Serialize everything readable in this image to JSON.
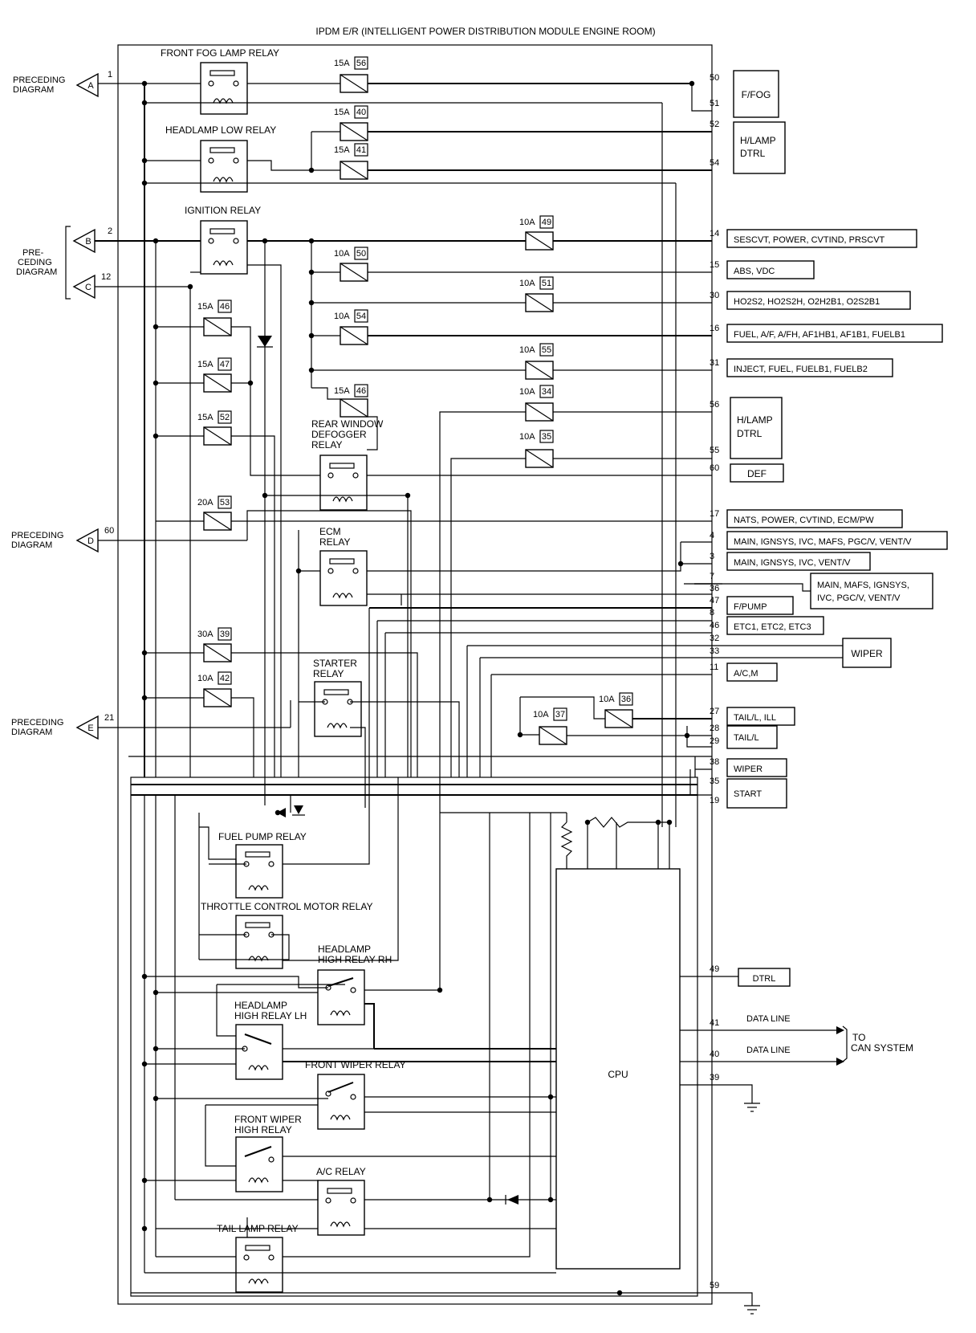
{
  "title": "IPDM E/R (INTELLIGENT POWER DISTRIBUTION MODULE ENGINE ROOM)",
  "left_connectors": [
    {
      "letter": "A",
      "label": "PRECEDING\nDIAGRAM",
      "pin": "1"
    },
    {
      "letter": "B",
      "label": "",
      "pin": "2"
    },
    {
      "letter": "C",
      "label": "",
      "pin": "12"
    },
    {
      "letter": "D",
      "label": "PRECEDING\nDIAGRAM",
      "pin": "60"
    },
    {
      "letter": "E",
      "label": "PRECEDING\nDIAGRAM",
      "pin": "21"
    }
  ],
  "bc_group_label": "PRE-\nCEDING\nDIAGRAM",
  "relays": {
    "front_fog": "FRONT FOG LAMP RELAY",
    "headlamp_low": "HEADLAMP LOW RELAY",
    "ignition": "IGNITION RELAY",
    "rear_defogger": "REAR WINDOW\nDEFOGGER\nRELAY",
    "ecm": "ECM\nRELAY",
    "starter": "STARTER\nRELAY",
    "fuel_pump": "FUEL PUMP RELAY",
    "throttle": "THROTTLE CONTROL MOTOR RELAY",
    "hl_high_rh": "HEADLAMP\nHIGH RELAY RH",
    "hl_high_lh": "HEADLAMP\nHIGH RELAY LH",
    "front_wiper": "FRONT WIPER RELAY",
    "front_wiper_high": "FRONT WIPER\nHIGH RELAY",
    "ac": "A/C RELAY",
    "tail_lamp": "TAIL LAMP RELAY"
  },
  "fuses": [
    {
      "amp": "15A",
      "num": "56"
    },
    {
      "amp": "15A",
      "num": "40"
    },
    {
      "amp": "15A",
      "num": "41"
    },
    {
      "amp": "10A",
      "num": "49"
    },
    {
      "amp": "10A",
      "num": "50"
    },
    {
      "amp": "10A",
      "num": "51"
    },
    {
      "amp": "10A",
      "num": "54"
    },
    {
      "amp": "10A",
      "num": "55"
    },
    {
      "amp": "15A",
      "num": "46"
    },
    {
      "amp": "10A",
      "num": "34"
    },
    {
      "amp": "10A",
      "num": "35"
    },
    {
      "amp": "15A",
      "num": "46"
    },
    {
      "amp": "15A",
      "num": "47"
    },
    {
      "amp": "15A",
      "num": "52"
    },
    {
      "amp": "20A",
      "num": "53"
    },
    {
      "amp": "30A",
      "num": "39"
    },
    {
      "amp": "10A",
      "num": "42"
    },
    {
      "amp": "10A",
      "num": "36"
    },
    {
      "amp": "10A",
      "num": "37"
    }
  ],
  "outputs": [
    {
      "pin": "50",
      "label": ""
    },
    {
      "pin": "51",
      "label": "F/FOG"
    },
    {
      "pin": "52",
      "label": "H/LAMP\nDTRL"
    },
    {
      "pin": "54",
      "label": ""
    },
    {
      "pin": "14",
      "label": "SESCVT, POWER, CVTIND, PRSCVT"
    },
    {
      "pin": "15",
      "label": "ABS, VDC"
    },
    {
      "pin": "30",
      "label": "HO2S2, HO2S2H, O2H2B1, O2S2B1"
    },
    {
      "pin": "16",
      "label": "FUEL, A/F, A/FH, AF1HB1, AF1B1, FUELB1"
    },
    {
      "pin": "31",
      "label": "INJECT, FUEL, FUELB1, FUELB2"
    },
    {
      "pin": "56",
      "label": "H/LAMP\nDTRL"
    },
    {
      "pin": "55",
      "label": ""
    },
    {
      "pin": "60",
      "label": "DEF"
    },
    {
      "pin": "17",
      "label": "NATS, POWER, CVTIND, ECM/PW"
    },
    {
      "pin": "4",
      "label": "MAIN, IGNSYS, IVC, MAFS, PGC/V, VENT/V"
    },
    {
      "pin": "3",
      "label": "MAIN, IGNSYS, IVC, VENT/V"
    },
    {
      "pin": "7",
      "label": "MAIN, MAFS, IGNSYS,\nIVC, PGC/V, VENT/V"
    },
    {
      "pin": "36",
      "label": ""
    },
    {
      "pin": "47",
      "label": "F/PUMP"
    },
    {
      "pin": "8",
      "label": ""
    },
    {
      "pin": "46",
      "label": "ETC1, ETC2, ETC3"
    },
    {
      "pin": "32",
      "label": "WIPER"
    },
    {
      "pin": "33",
      "label": ""
    },
    {
      "pin": "11",
      "label": "A/C,M"
    },
    {
      "pin": "27",
      "label": "TAIL/L, ILL"
    },
    {
      "pin": "28",
      "label": "TAIL/L"
    },
    {
      "pin": "29",
      "label": ""
    },
    {
      "pin": "38",
      "label": "WIPER"
    },
    {
      "pin": "35",
      "label": "START"
    },
    {
      "pin": "19",
      "label": ""
    },
    {
      "pin": "49",
      "label": "DTRL"
    },
    {
      "pin": "41",
      "label": "DATA LINE"
    },
    {
      "pin": "40",
      "label": "DATA LINE"
    },
    {
      "pin": "39",
      "label": ""
    },
    {
      "pin": "59",
      "label": ""
    }
  ],
  "cpu_label": "CPU",
  "can_label": "TO\nCAN SYSTEM"
}
